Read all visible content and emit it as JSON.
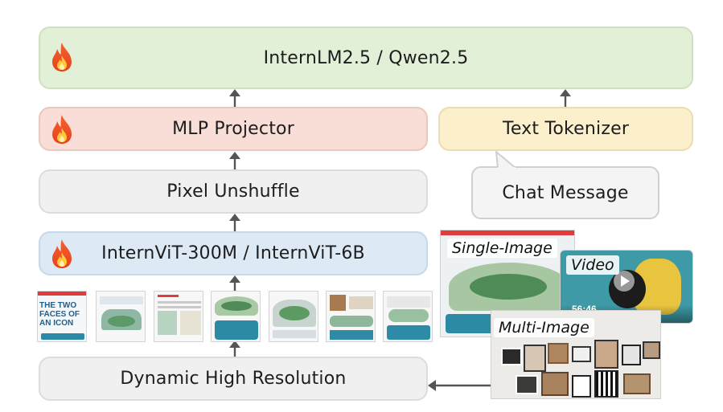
{
  "blocks": {
    "llm": "InternLM2.5 / Qwen2.5",
    "mlp": "MLP Projector",
    "tokenizer": "Text Tokenizer",
    "pixel_unshuffle": "Pixel Unshuffle",
    "vit": "InternViT-300M / InternViT-6B",
    "dynamic_res": "Dynamic High Resolution",
    "chat_message": "Chat Message"
  },
  "inputs": {
    "single_image": "Single-Image",
    "video": "Video",
    "video_timestamp": "56:46",
    "multi_image": "Multi-Image"
  },
  "tile_text": "THE TWO FACES OF AN ICON",
  "icons": [
    "fire-icon",
    "up-arrow-icon",
    "left-arrow-icon",
    "play-icon"
  ],
  "colors": {
    "llm": "#e3f0d8",
    "mlp": "#f8ded6",
    "tokenizer": "#fcefcc",
    "neutral": "#f0f0f0",
    "vit": "#dde9f4",
    "arrow": "#555555"
  }
}
